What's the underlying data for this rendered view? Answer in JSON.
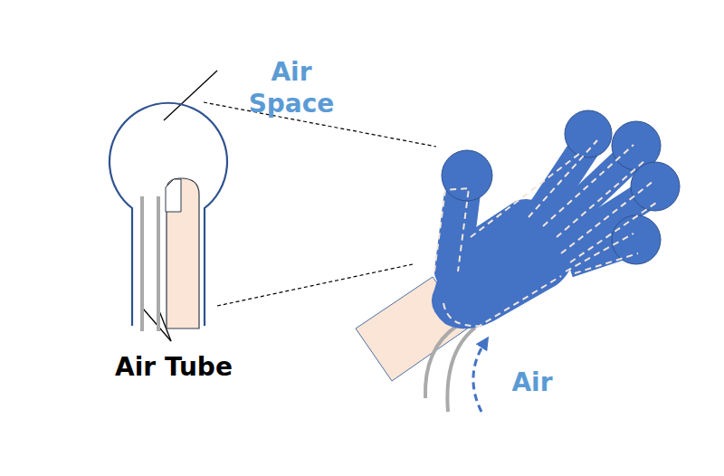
{
  "diagram": {
    "labels": [
      "Air Space",
      "Air Tube",
      "Air"
    ]
  }
}
